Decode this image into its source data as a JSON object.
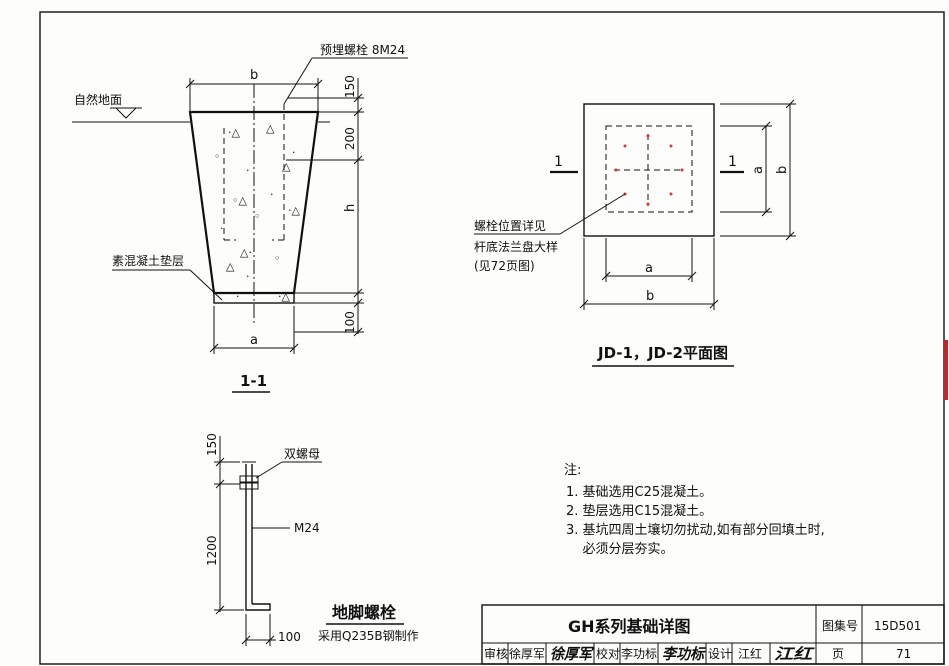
{
  "section": {
    "title": "1-1",
    "labels": {
      "ground": "自然地面",
      "bolt": "预埋螺栓 8M24",
      "cushion": "素混凝土垫层",
      "top_width": "b",
      "bottom_width": "a"
    },
    "dimensions": {
      "top": "150",
      "upper": "200",
      "height": "h",
      "bottom": "100"
    }
  },
  "plan": {
    "title": "JD-1，JD-2平面图",
    "section_mark_left": "1",
    "section_mark_right": "1",
    "inner_width": "a",
    "outer_width": "b",
    "inner_height": "a",
    "outer_height": "b",
    "callout": [
      "螺栓位置详见",
      "杆底法兰盘大样",
      "(见72页图)"
    ]
  },
  "anchor_bolt": {
    "title": "地脚螺栓",
    "subtitle": "采用Q235B钢制作",
    "nut_label": "双螺母",
    "spec": "M24",
    "dim_top": "150",
    "dim_length": "1200",
    "dim_hook": "100"
  },
  "notes": {
    "heading": "注:",
    "items": [
      "1. 基础选用C25混凝土。",
      "2. 垫层选用C15混凝土。",
      "3. 基坑四周土壤切勿扰动,如有部分回填土时,",
      "    必须分层夯实。"
    ]
  },
  "title_block": {
    "title": "GH系列基础详图",
    "atlas_label": "图集号",
    "atlas_no": "15D501",
    "page_label": "页",
    "page_no": "71",
    "review_label": "审核",
    "review_name": "徐厚军",
    "review_sign": "徐厚军",
    "check_label": "校对",
    "check_name": "李功标",
    "check_sign": "李功标",
    "design_label": "设计",
    "design_name": "江红",
    "design_sign": "江红"
  }
}
